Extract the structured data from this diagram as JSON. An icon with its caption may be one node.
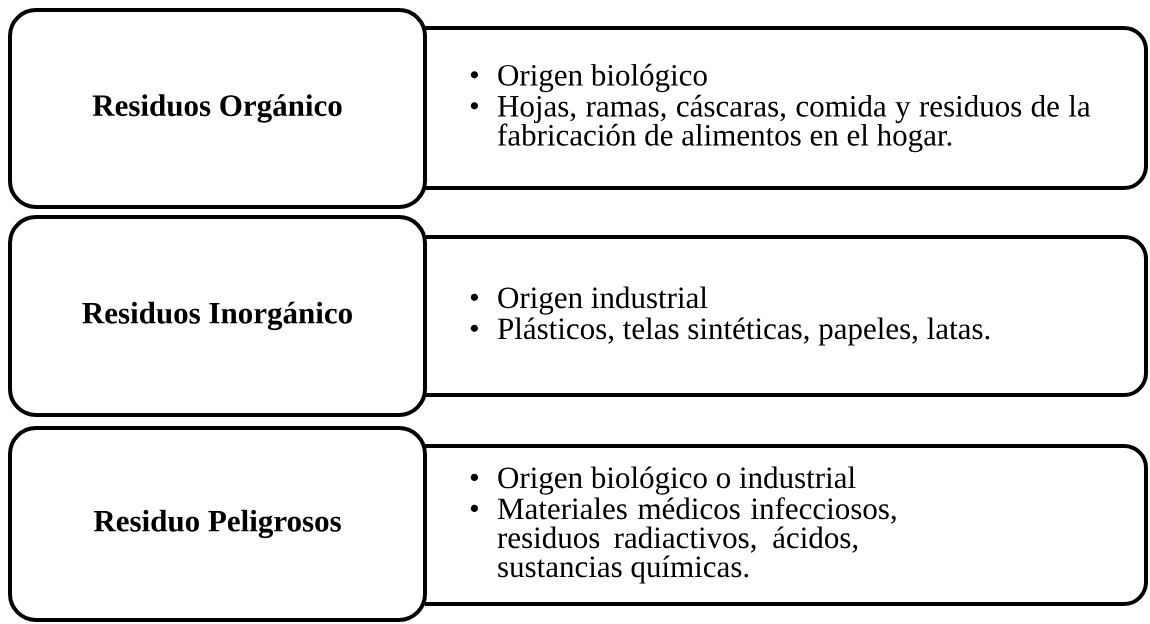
{
  "diagram": {
    "nodes": [
      {
        "text": [
          "Residuos Orgánico"
        ]
      },
      {
        "text": [
          "Origen biológico",
          "Hojas, ramas, cáscaras, comida y residuos de la fabricación de alimentos en el hogar."
        ]
      },
      {
        "text": [
          "Residuos Inorgánico"
        ]
      },
      {
        "text": [
          "Origen industrial",
          "Plásticos, telas sintéticas, papeles, latas."
        ]
      },
      {
        "text": [
          "Residuo Peligrosos"
        ]
      },
      {
        "text": [
          "Origen biológico o industrial",
          "Materiales médicos infecciosos, residuos radiactivos, ácidos, sustancias químicas."
        ]
      }
    ]
  }
}
